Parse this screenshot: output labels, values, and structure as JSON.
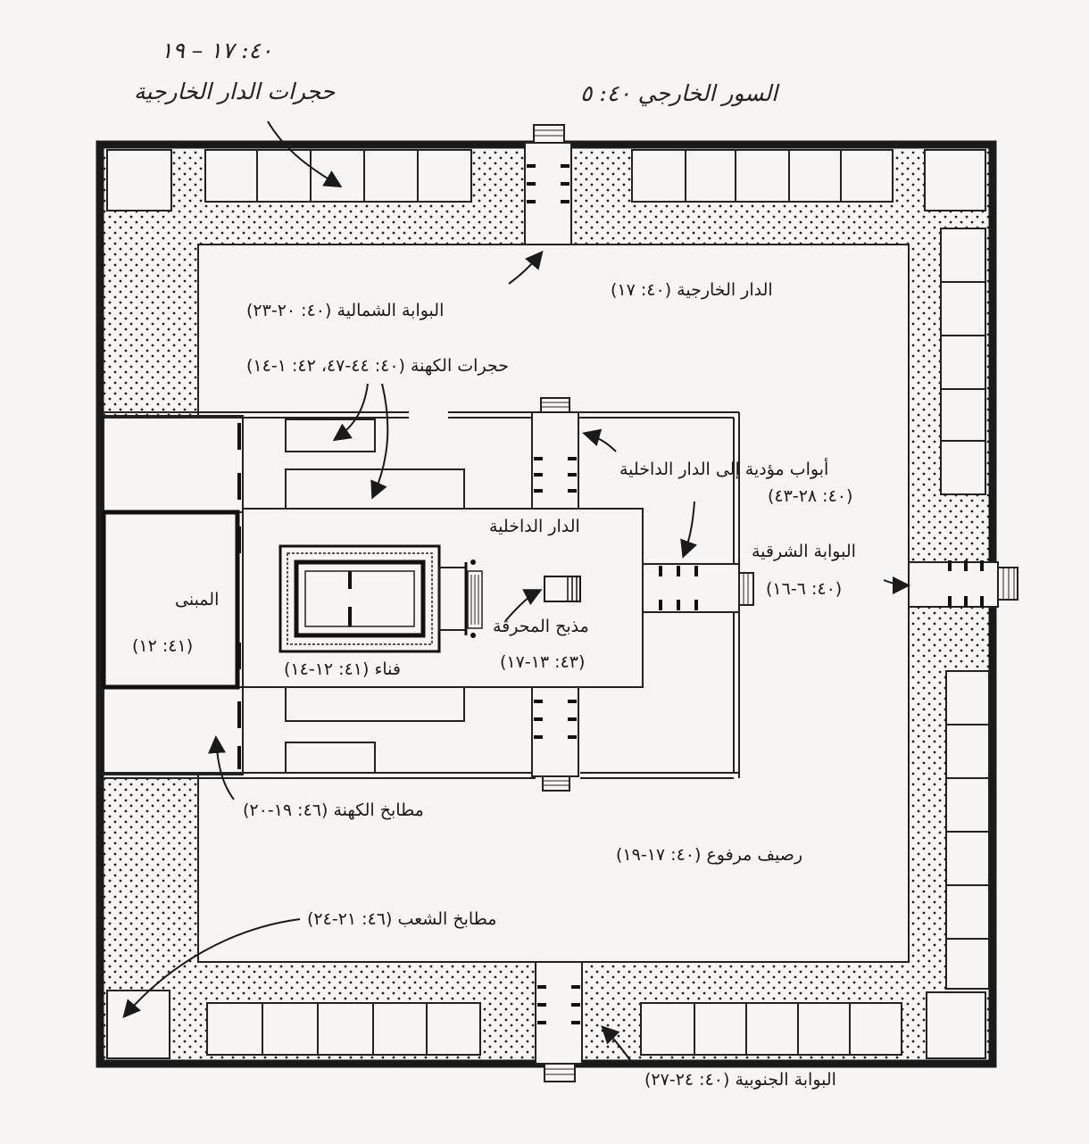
{
  "handwritten": {
    "outer_chambers_ref": "٤٠: ١٧ – ١٩",
    "outer_chambers": "حجرات الدار الخارجية",
    "outer_wall": "السور الخارجي ٤٠: ٥"
  },
  "labels": {
    "outer_court": "الدار الخارجية (٤٠: ١٧)",
    "north_gate": "البوابة الشمالية (٤٠: ٢٠-٢٣)",
    "priests_chambers": "حجرات الكهنة (٤٠: ٤٤-٤٧، ٤٢: ١-١٤)",
    "gates_inner_line1": "أبواب مؤدية إلى الدار الداخلية",
    "gates_inner_line2": "(٤٠: ٢٨-٤٣)",
    "inner_court": "الدار الداخلية",
    "east_gate_line1": "البوابة الشرقية",
    "east_gate_line2": "(٤٠: ٦-١٦)",
    "building": "المبنى",
    "building_ref": "(٤١: ١٢)",
    "altar_line1": "مذبح المحرقة",
    "altar_line2": "(٤٣: ١٣-١٧)",
    "courtyard": "فناء (٤١: ١٢-١٤)",
    "priests_kitchens": "مطابخ الكهنة (٤٦: ١٩-٢٠)",
    "raised_pavement": "رصيف مرفوع (٤٠: ١٧-١٩)",
    "people_kitchens": "مطابخ الشعب (٤٦: ٢١-٢٤)",
    "south_gate": "البوابة الجنوبية (٤٠: ٢٤-٢٧)"
  }
}
